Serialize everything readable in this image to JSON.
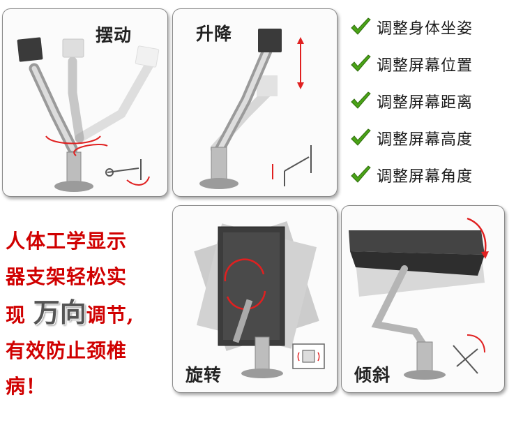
{
  "panels": {
    "swing": {
      "title": "摆动"
    },
    "lift": {
      "title": "升降"
    },
    "rotate": {
      "title": "旋转"
    },
    "tilt": {
      "title": "倾斜"
    }
  },
  "features": [
    {
      "label": "调整身体坐姿",
      "icon": "check-icon"
    },
    {
      "label": "调整屏幕位置",
      "icon": "check-icon"
    },
    {
      "label": "调整屏幕距离",
      "icon": "check-icon"
    },
    {
      "label": "调整屏幕高度",
      "icon": "check-icon"
    },
    {
      "label": "调整屏幕角度",
      "icon": "check-icon"
    }
  ],
  "headline": {
    "line1": "人体工学显示",
    "line2": "器支架轻松实",
    "line3_pre": "现",
    "line3_big": "万向",
    "line3_post": "调节,",
    "line4": "有效防止颈椎",
    "line5": "病！"
  },
  "colors": {
    "accent_red": "#d00000",
    "check_green": "#4aa317",
    "arrow_red": "#e02020"
  }
}
